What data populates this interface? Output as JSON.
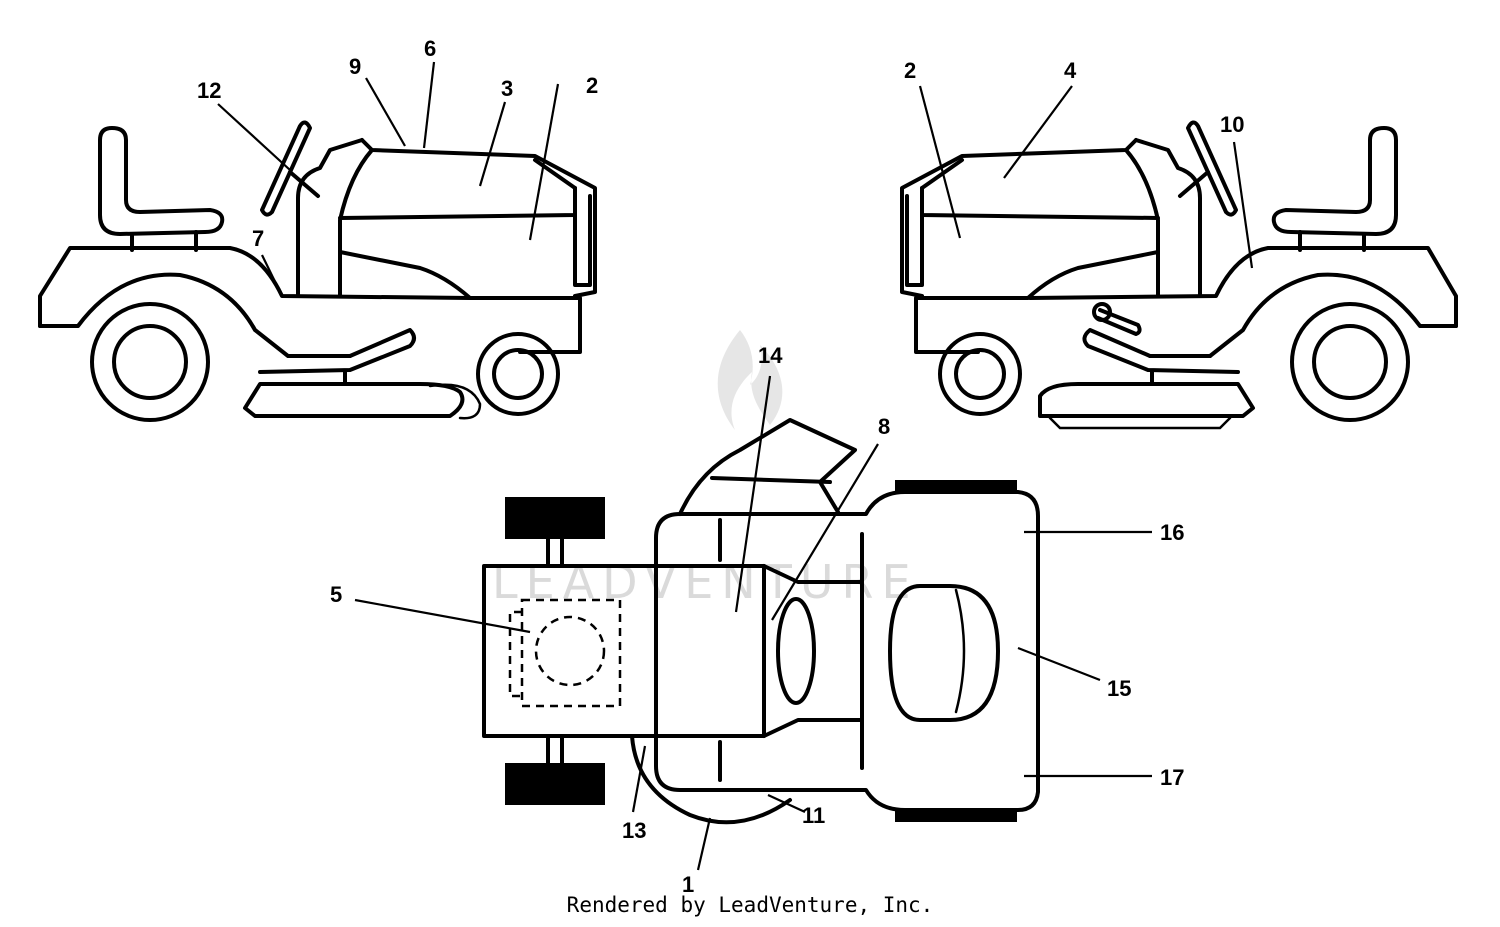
{
  "watermark": "LEADVENTURE",
  "credit": "Rendered by LeadVenture, Inc.",
  "callouts": {
    "c1": "1",
    "c2a": "2",
    "c2b": "2",
    "c3": "3",
    "c4": "4",
    "c5": "5",
    "c6": "6",
    "c7": "7",
    "c8": "8",
    "c9": "9",
    "c10": "10",
    "c11": "11",
    "c12": "12",
    "c13": "13",
    "c14": "14",
    "c15": "15",
    "c16": "16",
    "c17": "17"
  }
}
